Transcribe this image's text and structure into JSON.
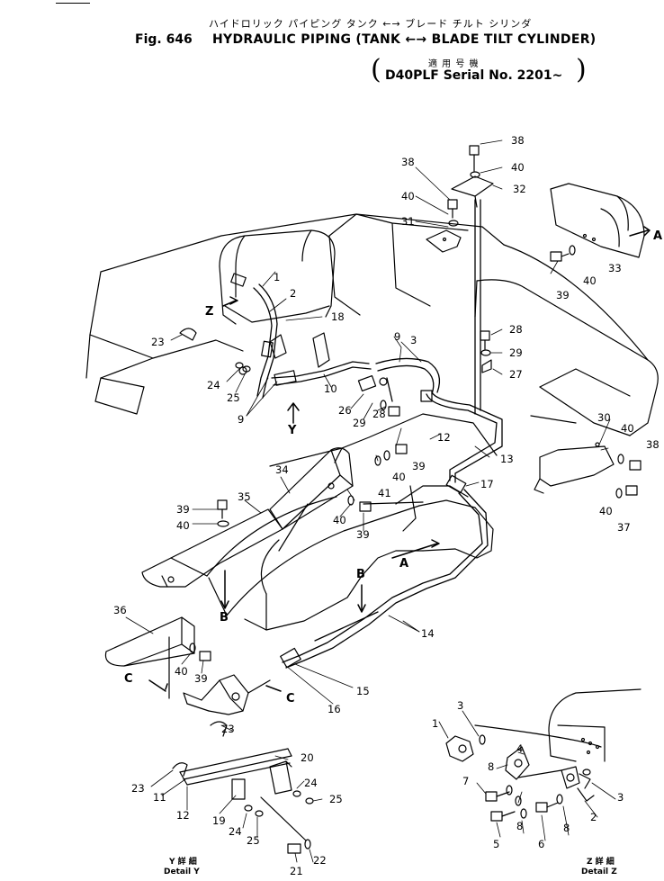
{
  "header": {
    "jp_title": "ハイドロリック パイピング タンク ←→ ブレード チルト シリンダ",
    "fig_label": "Fig. 646",
    "en_title": "HYDRAULIC PIPING (TANK ←→ BLADE TILT CYLINDER)",
    "jp_subtitle": "適 用 号 機",
    "serial": "D40PLF Serial No. 2201~"
  },
  "views": {
    "Y": {
      "jp": "Y 詳 細",
      "en": "Detail Y"
    },
    "Z": {
      "jp": "Z 詳 細",
      "en": "Detail Z"
    }
  },
  "arrow_letters": [
    "Z",
    "Y",
    "A",
    "A",
    "B",
    "B",
    "C",
    "C"
  ],
  "part_numbers": [
    "1",
    "2",
    "3",
    "4",
    "5",
    "6",
    "7",
    "8",
    "9",
    "10",
    "11",
    "12",
    "13",
    "14",
    "15",
    "16",
    "17",
    "18",
    "19",
    "20",
    "21",
    "22",
    "23",
    "24",
    "25",
    "26",
    "27",
    "28",
    "29",
    "30",
    "31",
    "32",
    "33",
    "34",
    "35",
    "36",
    "37",
    "38",
    "39",
    "40",
    "41"
  ]
}
